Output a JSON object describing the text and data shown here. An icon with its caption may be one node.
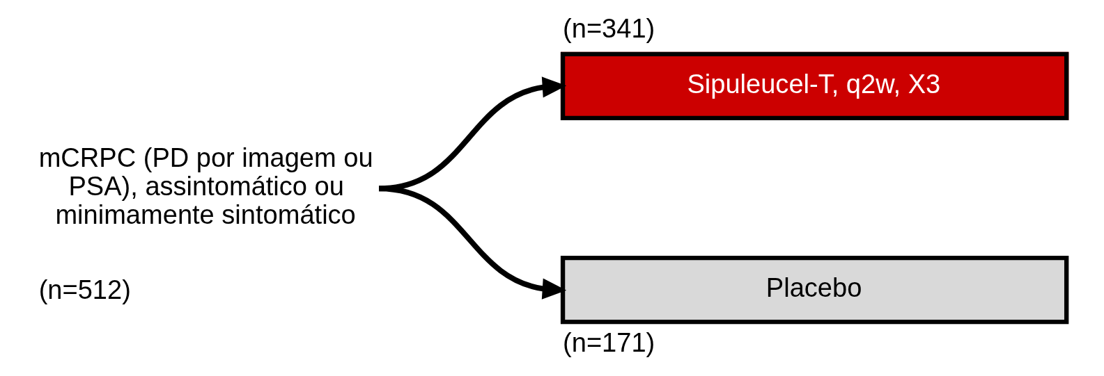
{
  "diagram": {
    "nodes": [
      {
        "text": [
          "mCRPC (PD por imagem ou PSA), assintomático ou minimamente sintomático"
        ],
        "beside": [
          "(n=512)"
        ]
      },
      {
        "text": [
          "Sipuleucel-T, q2w, X3"
        ],
        "beside": [
          "(n=341)"
        ]
      },
      {
        "text": [
          "Placebo"
        ],
        "beside": [
          "(n=171)"
        ]
      }
    ],
    "edges": [
      {
        "from": 0,
        "to": 1,
        "arrow": "to"
      },
      {
        "from": 0,
        "to": 2,
        "arrow": "to"
      }
    ]
  }
}
